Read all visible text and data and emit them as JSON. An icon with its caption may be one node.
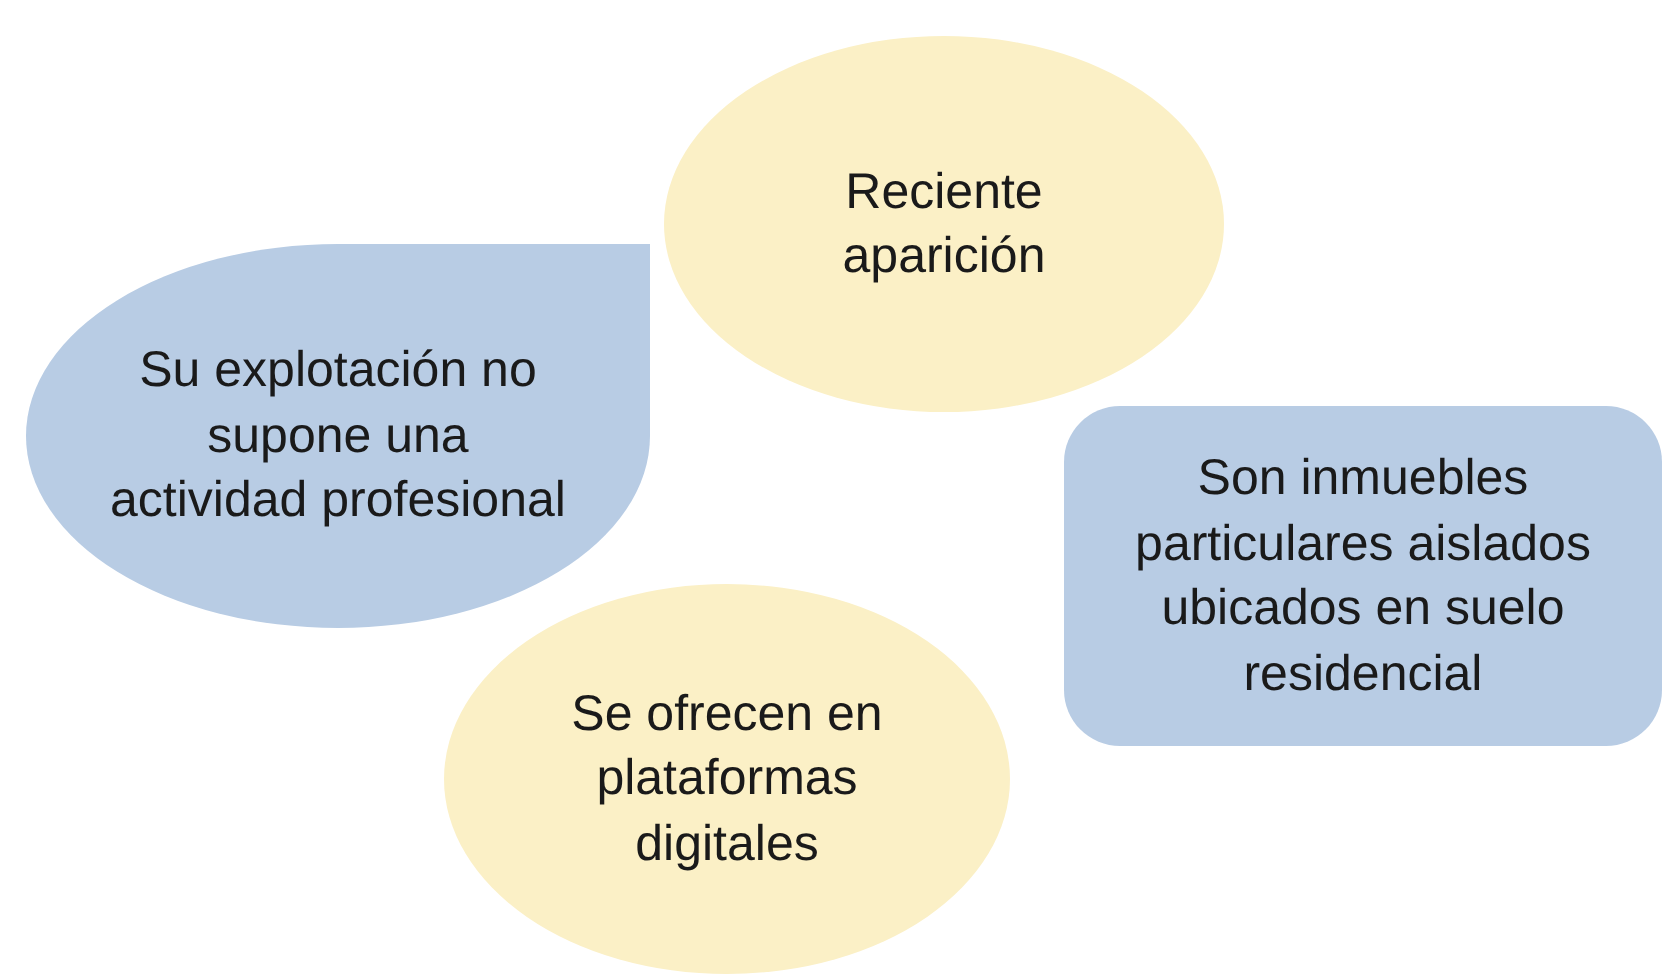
{
  "diagram": {
    "nodes": [
      {
        "text": [
          "Reciente aparición"
        ]
      },
      {
        "text": [
          "Su explotación no supone una actividad profesional"
        ]
      },
      {
        "text": [
          "Son inmuebles particulares aislados ubicados en suelo residencial"
        ]
      },
      {
        "text": [
          "Se ofrecen en plataformas digitales"
        ]
      }
    ]
  }
}
